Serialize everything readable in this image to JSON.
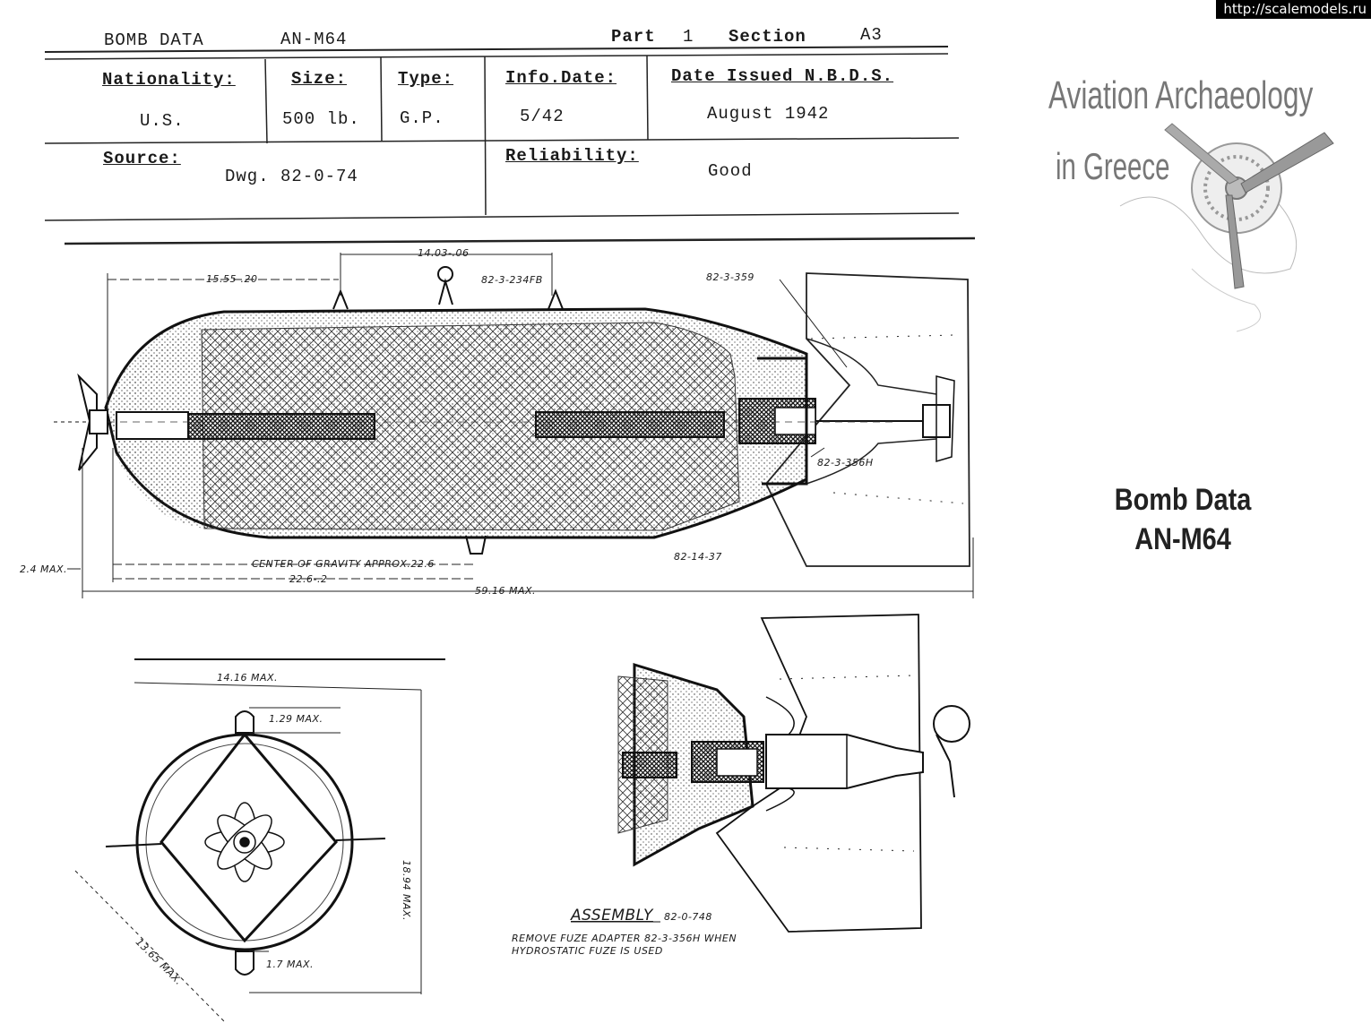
{
  "header": {
    "form_title": "BOMB DATA",
    "bomb_designation": "AN-M64",
    "part_label": "Part",
    "part_value": "1",
    "section_label": "Section",
    "section_value": "A3"
  },
  "fields": {
    "nationality_label": "Nationality:",
    "nationality_value": "U.S.",
    "size_label": "Size:",
    "size_value": "500 lb.",
    "type_label": "Type:",
    "type_value": "G.P.",
    "info_date_label": "Info.Date:",
    "info_date_value": "5/42",
    "date_issued_label": "Date Issued N.B.D.S.",
    "date_issued_value": "August 1942",
    "source_label": "Source:",
    "source_value": "Dwg. 82-0-74",
    "reliability_label": "Reliability:",
    "reliability_value": "Good"
  },
  "side_view": {
    "dim_top": "14.03-.06",
    "dim_nose": "15.55-.20",
    "lug_ref": "82-3-234FB",
    "tail_ref": "82-3-359",
    "adapter_ref": "82-3-356H",
    "body_ref": "82-14-37",
    "cg_label": "CENTER OF GRAVITY APPROX.22.6",
    "dim_cg": "22.6-.2",
    "dim_overall": "59.16 MAX.",
    "dim_nose_max": "2.4 MAX."
  },
  "end_view": {
    "dim_width": "14.16 MAX.",
    "dim_lug": "1.29 MAX.",
    "dim_height": "18.94 MAX.",
    "dim_bottom": "1.7 MAX.",
    "dim_diag": "13.65 MAX."
  },
  "assembly": {
    "title": "ASSEMBLY",
    "drawing_ref": "82-0-748",
    "note_line1": "REMOVE FUZE ADAPTER 82-3-356H WHEN",
    "note_line2": "HYDROSTATIC FUZE IS USED"
  },
  "branding": {
    "watermark": "http://scalemodels.ru",
    "logo_line1": "Aviation Archaeology",
    "logo_line2": "in Greece",
    "title_line1": "Bomb Data",
    "title_line2": "AN-M64"
  },
  "colors": {
    "ink": "#1a1a1a",
    "logo_grey": "#777777",
    "watermark_bg": "#000000"
  }
}
